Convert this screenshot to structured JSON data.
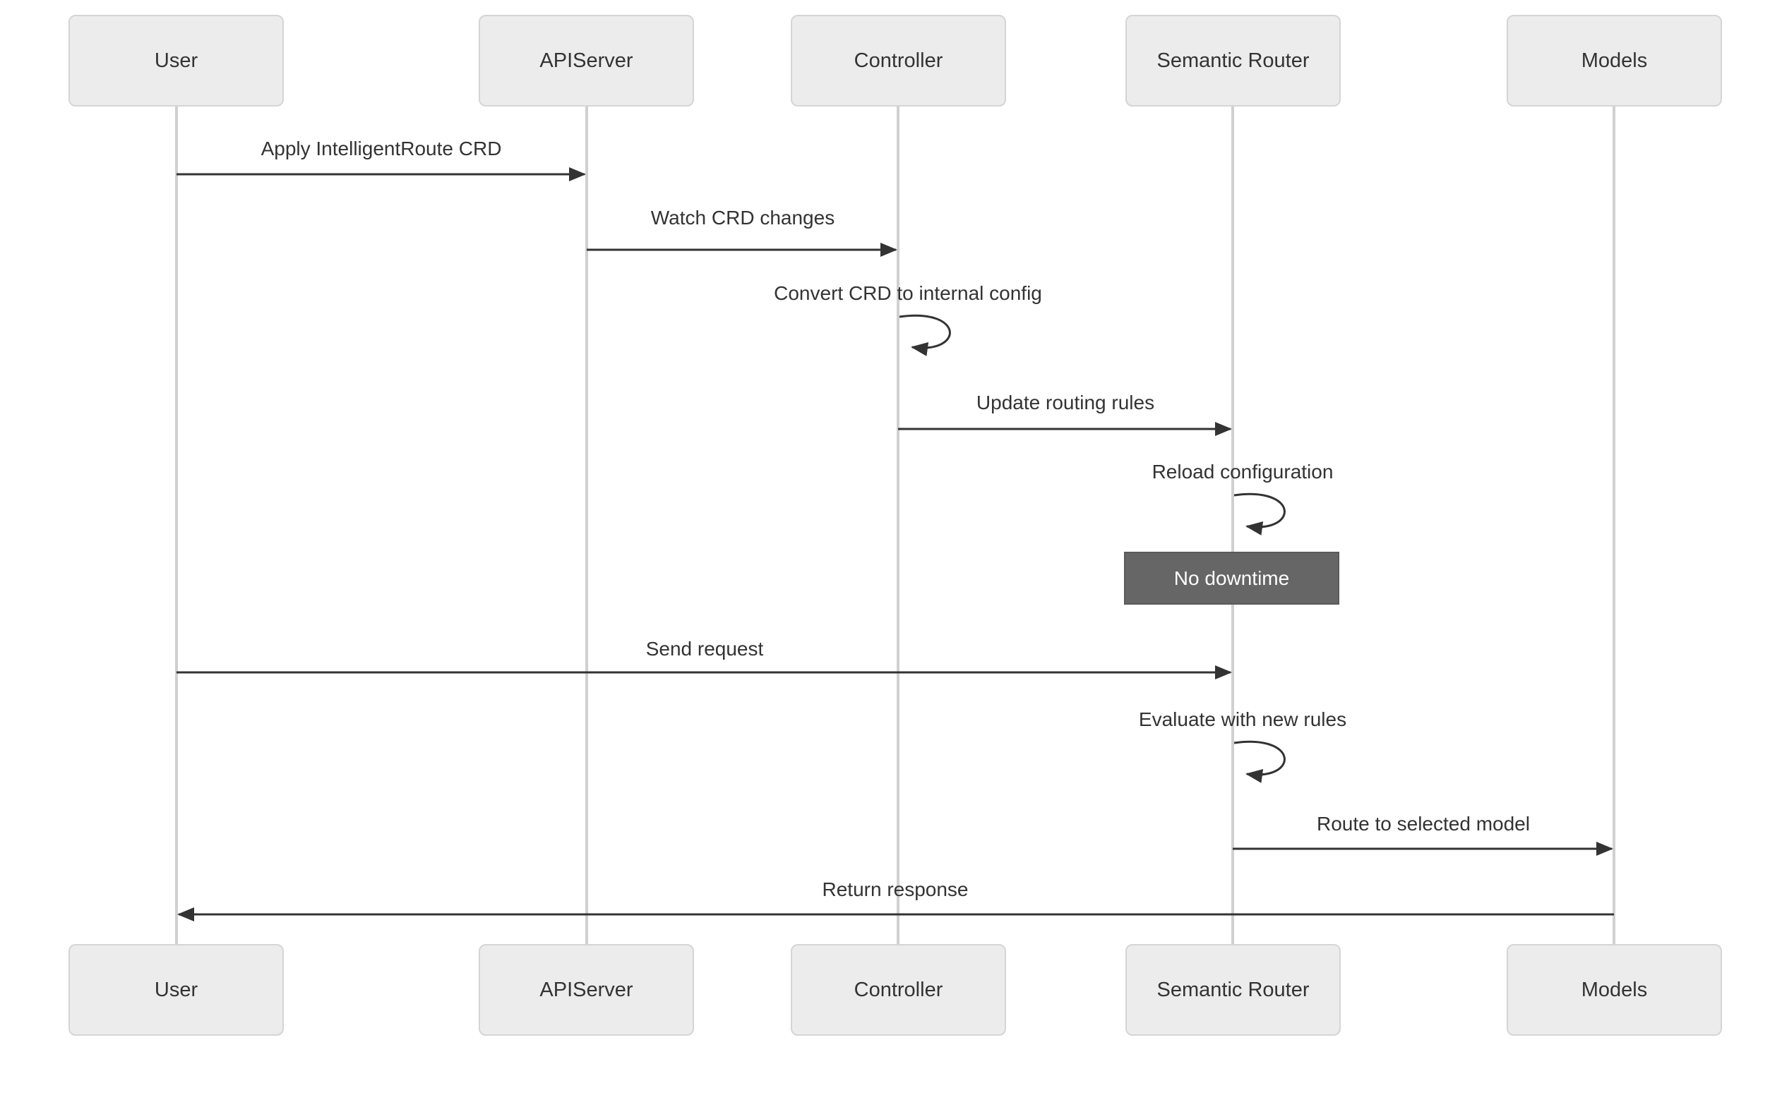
{
  "diagram": {
    "type": "sequence-diagram",
    "actors": [
      {
        "label": "User"
      },
      {
        "label": "APIServer"
      },
      {
        "label": "Controller"
      },
      {
        "label": "Semantic Router"
      },
      {
        "label": "Models"
      }
    ],
    "messages": [
      {
        "from": "User",
        "to": "APIServer",
        "kind": "solid-arrow",
        "label": "Apply IntelligentRoute CRD"
      },
      {
        "from": "APIServer",
        "to": "Controller",
        "kind": "solid-arrow",
        "label": "Watch CRD changes"
      },
      {
        "from": "Controller",
        "to": "Controller",
        "kind": "self-loop",
        "label": "Convert CRD to internal config"
      },
      {
        "from": "Controller",
        "to": "Semantic Router",
        "kind": "solid-arrow",
        "label": "Update routing rules"
      },
      {
        "from": "Semantic Router",
        "to": "Semantic Router",
        "kind": "self-loop",
        "label": "Reload configuration"
      },
      {
        "over": "Semantic Router",
        "kind": "note",
        "label": "No downtime"
      },
      {
        "from": "User",
        "to": "Semantic Router",
        "kind": "solid-arrow",
        "label": "Send request"
      },
      {
        "from": "Semantic Router",
        "to": "Semantic Router",
        "kind": "self-loop",
        "label": "Evaluate with new rules"
      },
      {
        "from": "Semantic Router",
        "to": "Models",
        "kind": "solid-arrow",
        "label": "Route to selected model"
      },
      {
        "from": "Models",
        "to": "User",
        "kind": "solid-arrow",
        "label": "Return response"
      }
    ],
    "colors": {
      "background": "#ffffff",
      "actor_fill": "#ececec",
      "actor_border": "#d5d5d5",
      "lifeline": "#d0d0d0",
      "arrow": "#333333",
      "text": "#333333",
      "note_fill": "#666666",
      "note_border": "#5a5a5a",
      "note_text": "#ffffff"
    }
  }
}
